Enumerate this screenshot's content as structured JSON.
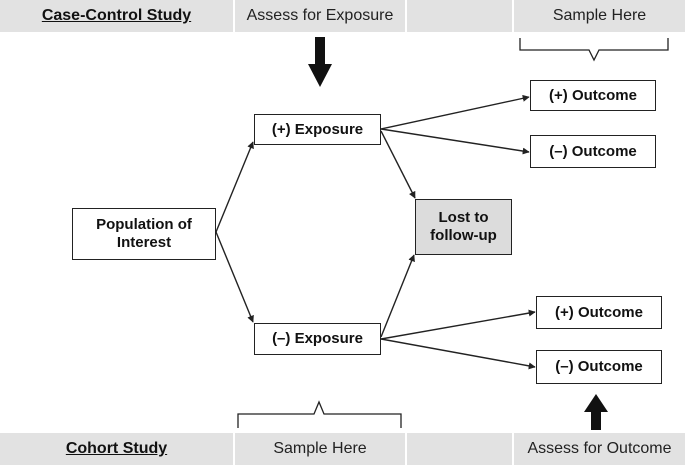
{
  "top_band": {
    "study_title": "Case-Control Study",
    "exposure_label": "Assess for Exposure",
    "sample_label": "Sample Here"
  },
  "bottom_band": {
    "study_title": "Cohort Study",
    "sample_label": "Sample Here",
    "outcome_label": "Assess for Outcome"
  },
  "nodes": {
    "population": "Population of Interest",
    "exposure_pos": "(+) Exposure",
    "exposure_neg": "(–) Exposure",
    "lost": "Lost to follow-up",
    "outcome_pos_top": "(+) Outcome",
    "outcome_neg_top": "(–) Outcome",
    "outcome_pos_bottom": "(+) Outcome",
    "outcome_neg_bottom": "(–) Outcome"
  },
  "colors": {
    "band_fill": "#e2e2e2",
    "lost_fill": "#dcdcdc",
    "line": "#222222"
  }
}
